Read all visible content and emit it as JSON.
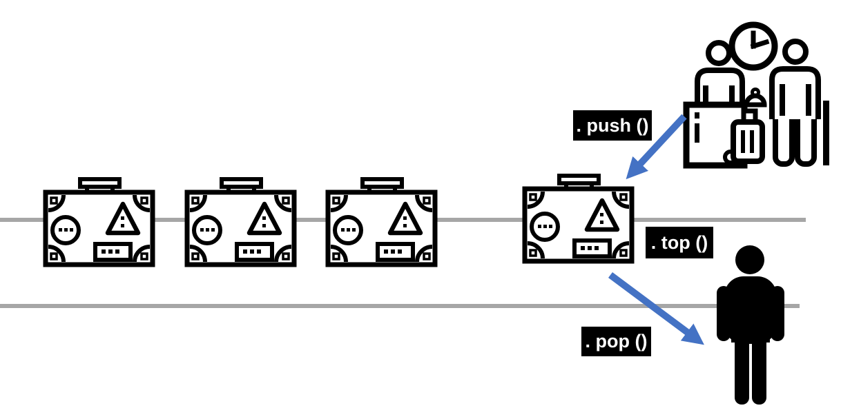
{
  "operations": {
    "push": {
      "label": ". push ()"
    },
    "top": {
      "label": ". top ()"
    },
    "pop": {
      "label": ". pop ()"
    }
  },
  "icons": {
    "suitcase": "suitcase-icon",
    "checkin_counter": "checkin-counter-icon",
    "passenger": "passenger-icon",
    "push_arrow": "push-arrow-icon",
    "pop_arrow": "pop-arrow-icon",
    "conveyor_line": "conveyor-line"
  },
  "counts": {
    "suitcases_on_belt": 4
  },
  "colors": {
    "arrow_blue": "#4472C4",
    "conveyor_gray": "#A6A6A6",
    "label_background": "#000000",
    "label_text": "#FFFFFF",
    "icon_stroke": "#000000"
  }
}
